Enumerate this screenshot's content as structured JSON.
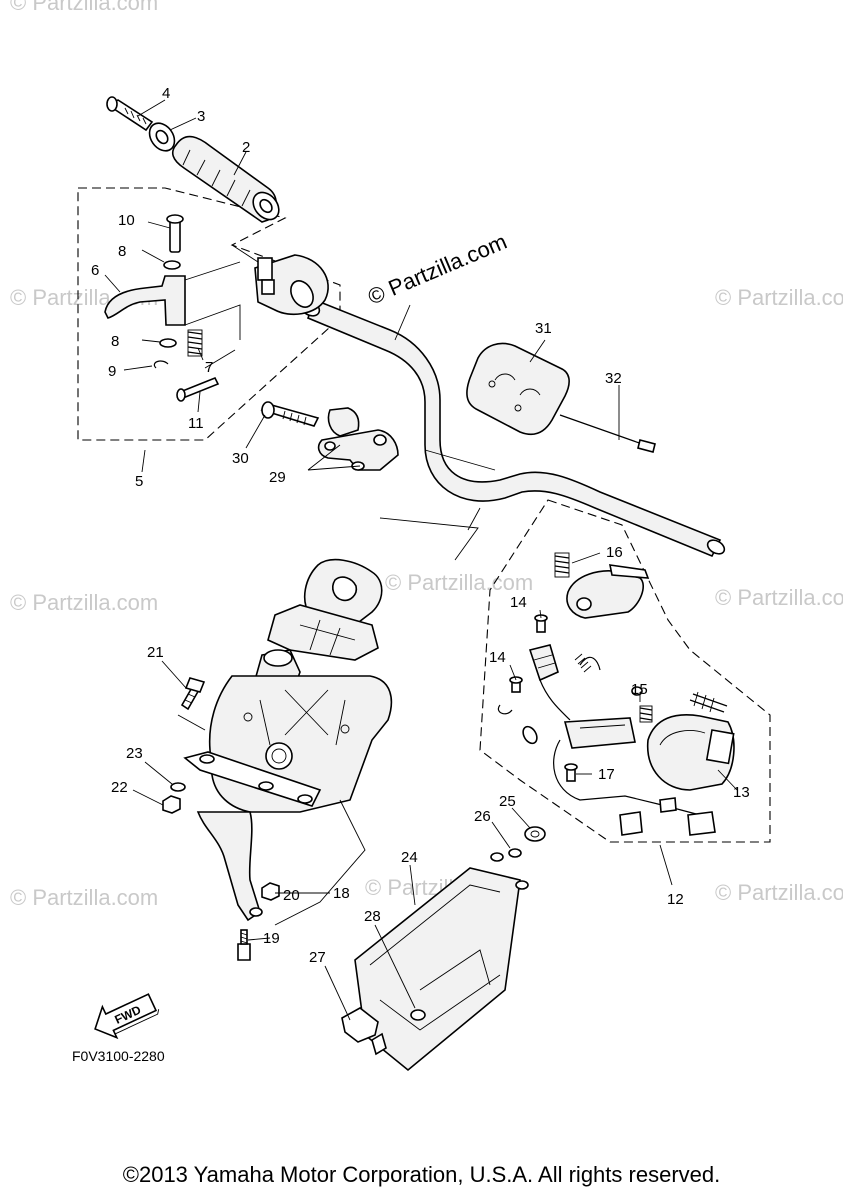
{
  "watermarks": {
    "main": "© Partzilla.com",
    "faint": "© Partzilla.com"
  },
  "callouts": [
    "2",
    "3",
    "4",
    "5",
    "6",
    "7",
    "8",
    "8",
    "9",
    "10",
    "11",
    "12",
    "13",
    "14",
    "14",
    "15",
    "16",
    "17",
    "18",
    "19",
    "20",
    "21",
    "22",
    "23",
    "24",
    "25",
    "26",
    "27",
    "28",
    "29",
    "30",
    "31",
    "32"
  ],
  "diagram_code": "F0V3100-2280",
  "fwd_label": "FWD",
  "copyright": "©2013 Yamaha Motor Corporation, U.S.A. All rights reserved.",
  "colors": {
    "line": "#000000",
    "watermark": "#c9c9c9",
    "background": "#ffffff"
  }
}
